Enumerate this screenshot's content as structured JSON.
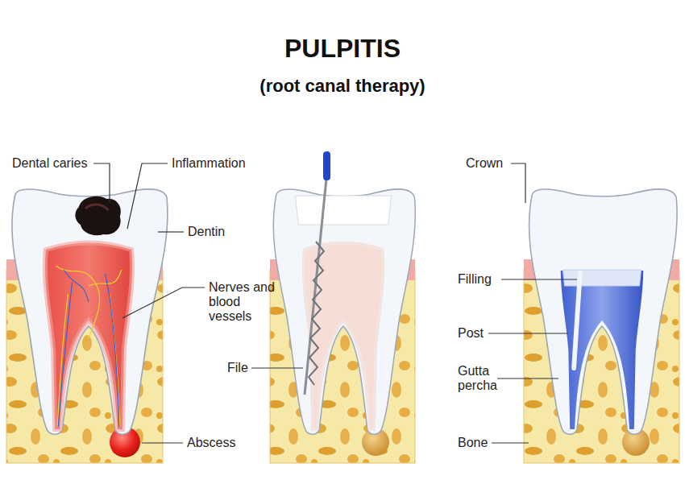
{
  "diagram": {
    "title": "PULPITIS",
    "labels": [
      "(root canal therapy)",
      "Dental caries",
      "Inflammation",
      "Dentin",
      "Nerves and blood vessels",
      "Abscess",
      "File",
      "Crown",
      "Filling",
      "Post",
      "Gutta percha",
      "Bone"
    ]
  }
}
